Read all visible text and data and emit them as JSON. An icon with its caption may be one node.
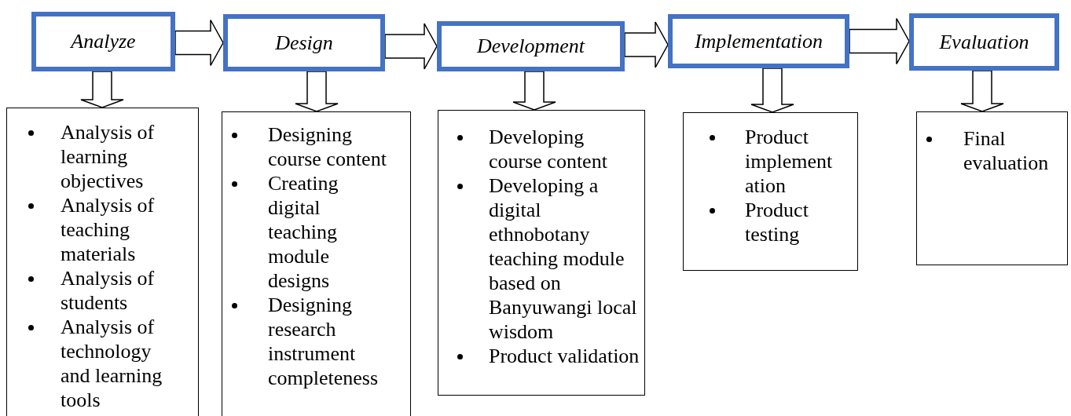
{
  "diagram": {
    "nodes": [
      {
        "text": [
          "Analyze"
        ]
      },
      {
        "text": [
          "Design"
        ]
      },
      {
        "text": [
          "Development"
        ]
      },
      {
        "text": [
          "Implementation"
        ]
      },
      {
        "text": [
          "Evaluation"
        ]
      },
      {
        "text": [
          "Analysis of learning objectives",
          "Analysis of teaching materials",
          "Analysis of students",
          "Analysis of technology and learning tools"
        ]
      },
      {
        "text": [
          "Designing course content",
          "Creating digital teaching module designs",
          "Designing research instrument completeness"
        ]
      },
      {
        "text": [
          "Developing course content",
          "Developing a digital ethnobotany teaching module based on Banyuwangi local wisdom",
          "Product validation"
        ]
      },
      {
        "text": [
          "Product implementation",
          "Product testing"
        ]
      },
      {
        "text": [
          "Final evaluation"
        ]
      }
    ],
    "edges": [
      {
        "from": 0,
        "to": 1,
        "arrow": "to"
      },
      {
        "from": 1,
        "to": 2,
        "arrow": "to"
      },
      {
        "from": 2,
        "to": 3,
        "arrow": "to"
      },
      {
        "from": 3,
        "to": 4,
        "arrow": "to"
      },
      {
        "from": 0,
        "to": 5,
        "arrow": "to"
      },
      {
        "from": 1,
        "to": 6,
        "arrow": "to"
      },
      {
        "from": 2,
        "to": 7,
        "arrow": "to"
      },
      {
        "from": 3,
        "to": 8,
        "arrow": "to"
      },
      {
        "from": 4,
        "to": 9,
        "arrow": "to"
      }
    ]
  }
}
